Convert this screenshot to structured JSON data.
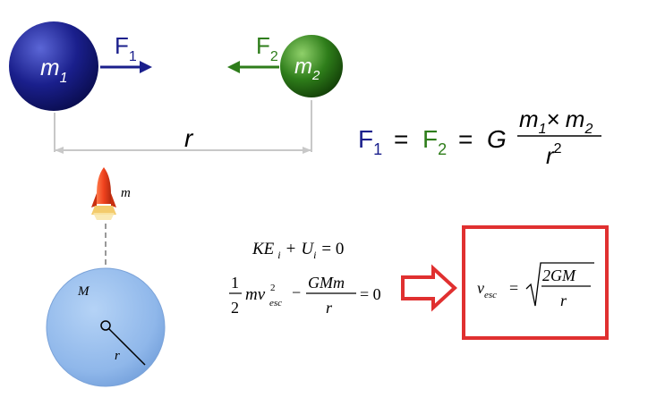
{
  "colors": {
    "mass1": "#1a1f8c",
    "mass2": "#2e7d1a",
    "planet": "#8fb7ea",
    "rocket": "#f0421e",
    "highlight": "#e03030",
    "dimension": "#c8c8c8",
    "text": "#000000"
  },
  "masses": {
    "m1": {
      "main": "m",
      "sub": "1"
    },
    "m2": {
      "main": "m",
      "sub": "2"
    }
  },
  "forces": {
    "f1": {
      "main": "F",
      "sub": "1"
    },
    "f2": {
      "main": "F",
      "sub": "2"
    }
  },
  "distance_label": "r",
  "gravity_formula": {
    "f1": {
      "main": "F",
      "sub": "1"
    },
    "eq1": "=",
    "f2": {
      "main": "F",
      "sub": "2"
    },
    "eq2": "=",
    "constant": "G",
    "num_m1": {
      "main": "m",
      "sub": "1"
    },
    "times": "×",
    "num_m2": {
      "main": "m",
      "sub": "2"
    },
    "den": {
      "main": "r",
      "sup": "2"
    }
  },
  "rocket_label": "m",
  "planet": {
    "mass_label": "M",
    "radius_label": "r"
  },
  "energy_eq": {
    "line1": {
      "ke": "KE",
      "ke_sub": "i",
      "plus": "+",
      "u": "U",
      "u_sub": "i",
      "eq": "= 0"
    },
    "line2": {
      "half_num": "1",
      "half_den": "2",
      "mv": "mv",
      "v_sub": "esc",
      "v_sup": "2",
      "minus": "−",
      "frac_num": "GMm",
      "frac_den": "r",
      "eq": "= 0"
    }
  },
  "result": {
    "v": "v",
    "v_sub": "esc",
    "eq": "=",
    "num": "2GM",
    "den": "r"
  }
}
